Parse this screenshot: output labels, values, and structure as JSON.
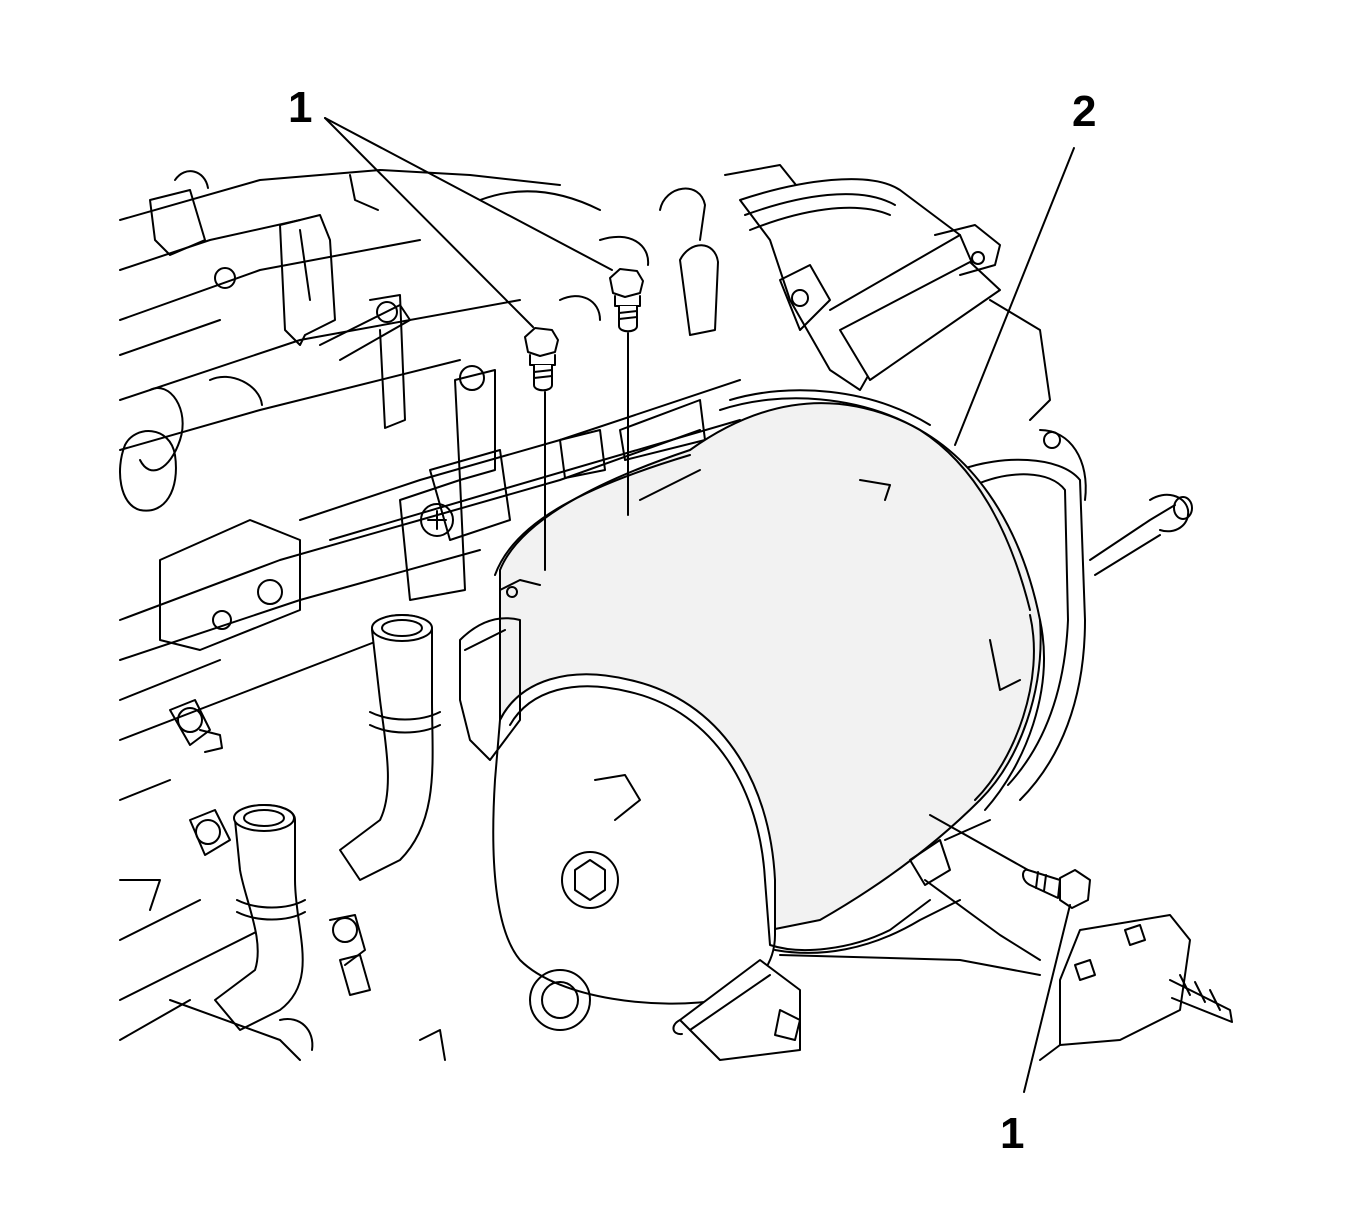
{
  "callouts": {
    "top_left": "1",
    "top_right": "2",
    "bottom": "1"
  },
  "colors": {
    "ink": "#000000",
    "paper": "#ffffff",
    "shade": "#f2f2f2"
  }
}
